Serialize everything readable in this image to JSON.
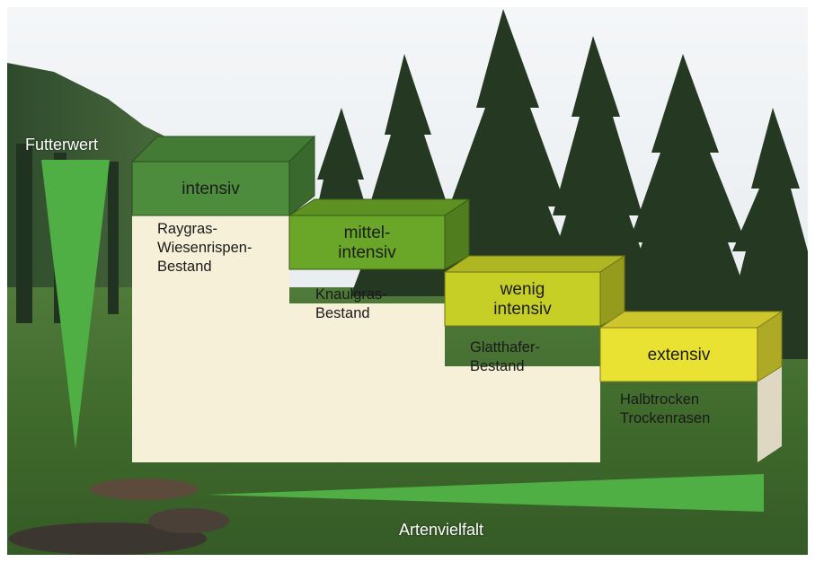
{
  "axes": {
    "vertical_label": "Futterwert",
    "horizontal_label": "Artenvielfalt",
    "triangle_color": "#4fae44"
  },
  "steps": [
    {
      "label": "intensiv",
      "description": "Raygras-\nWiesenrispen-\nBestand",
      "color": "#4c8c3c"
    },
    {
      "label": "mittel-\nintensiv",
      "description": "Knaulgras-\nBestand",
      "color": "#6aa628"
    },
    {
      "label": "wenig\nintensiv",
      "description": "Glatthafer-\nBestand",
      "color": "#c6cf26"
    },
    {
      "label": "extensiv",
      "description": "Halbtrocken\nTrockenrasen",
      "color": "#e9e233"
    }
  ],
  "panel_color": "#f7f0d8"
}
